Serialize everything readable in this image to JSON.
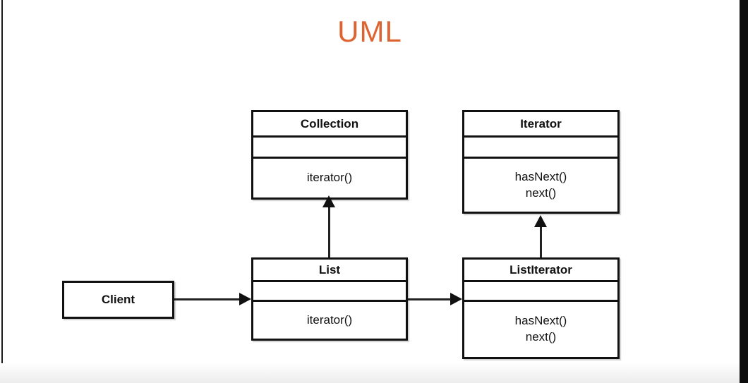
{
  "title": "UML",
  "title_color": "#dd6430",
  "classes": {
    "collection": {
      "name": "Collection",
      "attributes": [],
      "operations": [
        "iterator()"
      ]
    },
    "iterator": {
      "name": "Iterator",
      "attributes": [],
      "operations": [
        "hasNext()",
        "next()"
      ]
    },
    "list": {
      "name": "List",
      "attributes": [],
      "operations": [
        "iterator()"
      ]
    },
    "listiterator": {
      "name": "ListIterator",
      "attributes": [],
      "operations": [
        "hasNext()",
        "next()"
      ]
    },
    "client": {
      "name": "Client"
    }
  },
  "connectors": [
    {
      "from": "List",
      "to": "Collection",
      "kind": "generalization",
      "direction": "up"
    },
    {
      "from": "ListIterator",
      "to": "Iterator",
      "kind": "generalization",
      "direction": "up"
    },
    {
      "from": "Client",
      "to": "List",
      "kind": "association",
      "direction": "right"
    },
    {
      "from": "List",
      "to": "ListIterator",
      "kind": "association",
      "direction": "right"
    }
  ]
}
